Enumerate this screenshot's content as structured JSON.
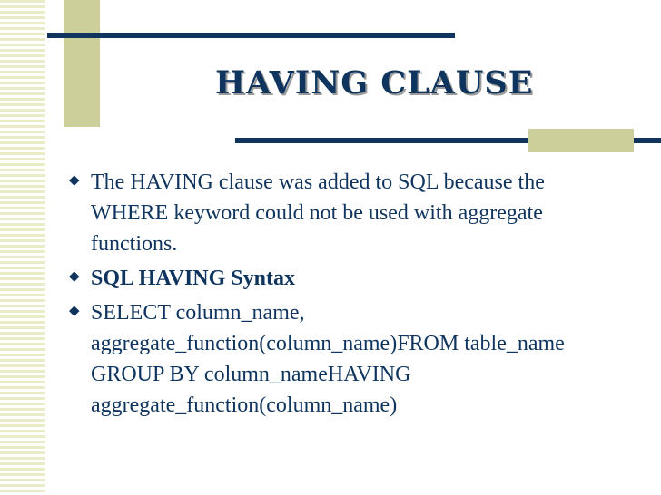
{
  "slide": {
    "title": "HAVING CLAUSE",
    "bullet_marker": "◆",
    "bullets": [
      {
        "text": "The HAVING clause was added to SQL because the WHERE keyword could not be used with aggregate functions."
      },
      {
        "text": "SQL HAVING Syntax"
      },
      {
        "text": "SELECT column_name, aggregate_function(column_name)FROM table_name GROUP BY column_nameHAVING aggregate_function(column_name)"
      }
    ]
  },
  "colors": {
    "text": "#0f355f",
    "accent": "#cdcf9a",
    "stripe": "#e9ecc6"
  }
}
